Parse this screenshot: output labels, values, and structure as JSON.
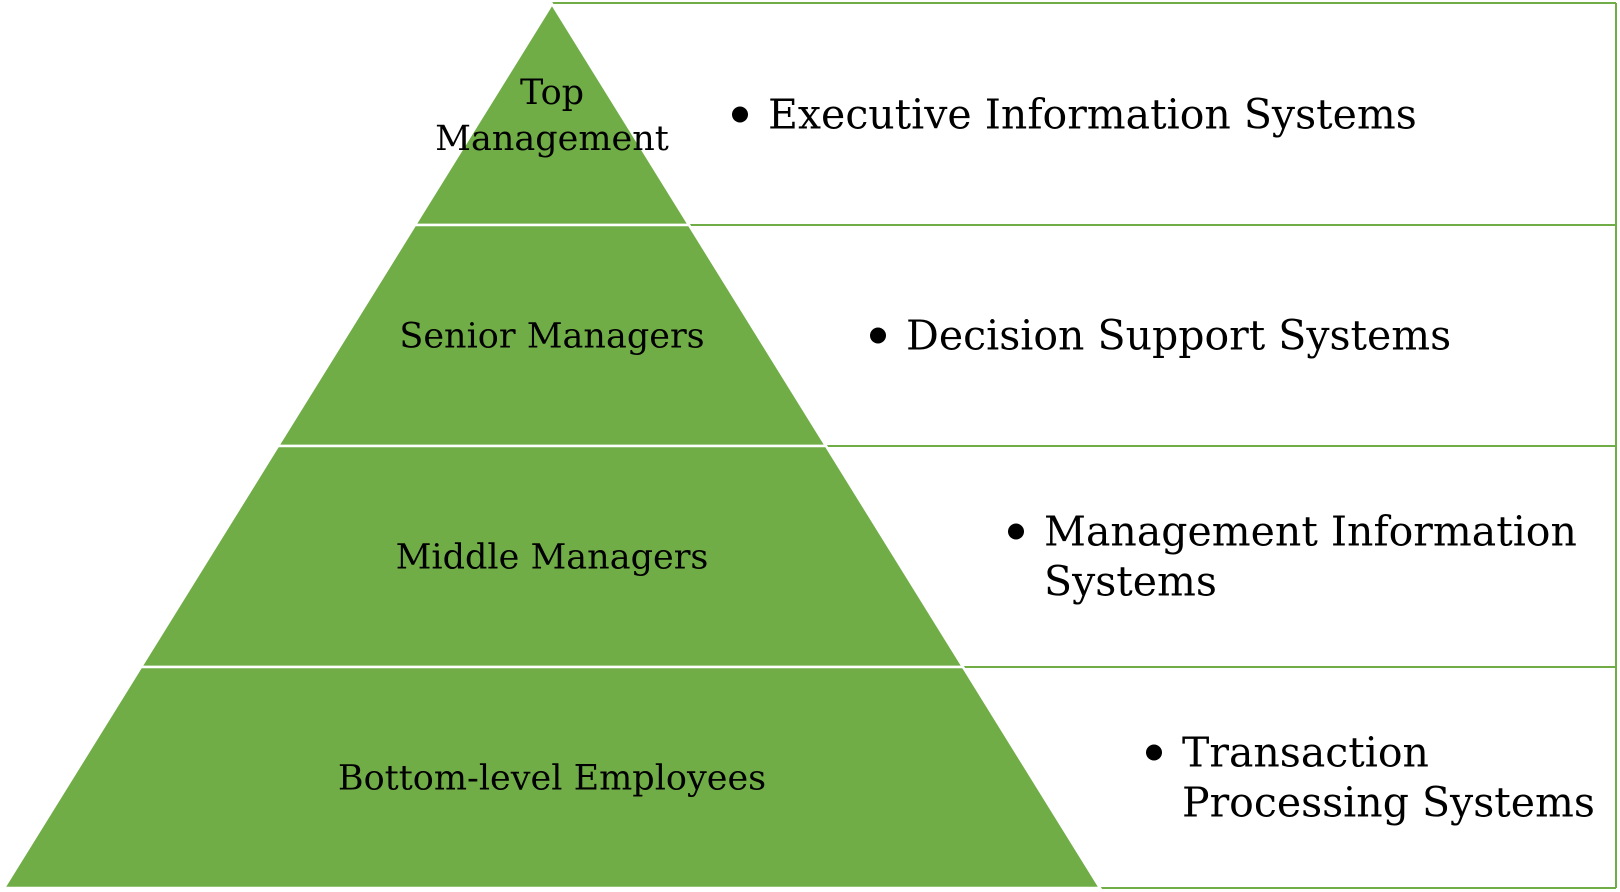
{
  "colors": {
    "pyramid_fill": "#70AD47",
    "box_border": "#70AD47",
    "separator": "#ffffff",
    "text": "#000000"
  },
  "tiers": [
    {
      "label_lines": [
        "Top",
        "Management"
      ],
      "bullet_lines": [
        "Executive Information Systems"
      ]
    },
    {
      "label_lines": [
        "Senior Managers"
      ],
      "bullet_lines": [
        "Decision Support Systems"
      ]
    },
    {
      "label_lines": [
        "Middle Managers"
      ],
      "bullet_lines": [
        "Management Information",
        "Systems"
      ]
    },
    {
      "label_lines": [
        "Bottom-level Employees"
      ],
      "bullet_lines": [
        "Transaction",
        "Processing Systems"
      ]
    }
  ]
}
